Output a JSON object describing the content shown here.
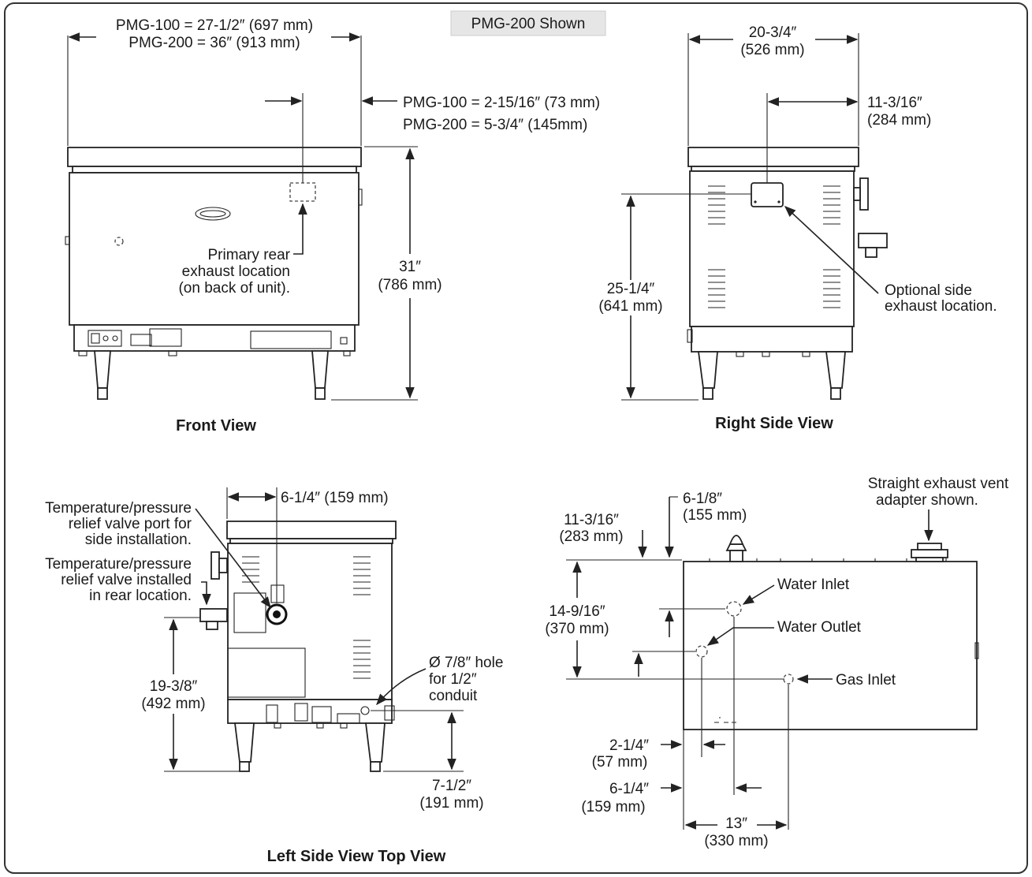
{
  "badge": "PMG-200 Shown",
  "front": {
    "title": "Front View",
    "width_dim": [
      "PMG-100 = 27-1/2″ (697 mm)",
      "PMG-200 = 36″ (913 mm)"
    ],
    "offset_dim": [
      "PMG-100 = 2-15/16″ (73 mm)",
      "PMG-200 = 5-3/4″ (145mm)"
    ],
    "height_dim": [
      "31″",
      "(786 mm)"
    ],
    "exhaust_note": [
      "Primary rear",
      "exhaust location",
      "(on back of unit)."
    ]
  },
  "right": {
    "title": "Right Side View",
    "width_dim": [
      "20-3/4″",
      "(526 mm)"
    ],
    "offset_dim": [
      "11-3/16″",
      "(284 mm)"
    ],
    "height_dim": [
      "25-1/4″",
      "(641 mm)"
    ],
    "exhaust_note": [
      "Optional side",
      "exhaust location."
    ]
  },
  "left": {
    "title": "Left Side View Top View",
    "width_dim": "6-1/4″ (159 mm)",
    "valve_port_note": [
      "Temperature/pressure",
      "relief valve port for",
      "side installation."
    ],
    "valve_rear_note": [
      "Temperature/pressure",
      "relief valve installed",
      "in rear location."
    ],
    "height_dim": [
      "19-3/8″",
      "(492 mm)"
    ],
    "hole_note": [
      "Ø 7/8″ hole",
      "for 1/2″",
      "conduit"
    ],
    "leg_dim": [
      "7-1/2″",
      "(191 mm)"
    ]
  },
  "top": {
    "vent_note": [
      "Straight exhaust vent",
      "adapter shown."
    ],
    "dim_a": [
      "11-3/16″",
      "(283 mm)"
    ],
    "dim_b": [
      "6-1/8″",
      "(155 mm)"
    ],
    "depth_dim": [
      "14-9/16″",
      "(370 mm)"
    ],
    "water_inlet": "Water Inlet",
    "water_outlet": "Water Outlet",
    "gas_inlet": "Gas Inlet",
    "dim_c": [
      "2-1/4″",
      "(57 mm)"
    ],
    "dim_d": [
      "6-1/4″",
      "(159 mm)"
    ],
    "dim_e": [
      "13″",
      "(330 mm)"
    ]
  }
}
